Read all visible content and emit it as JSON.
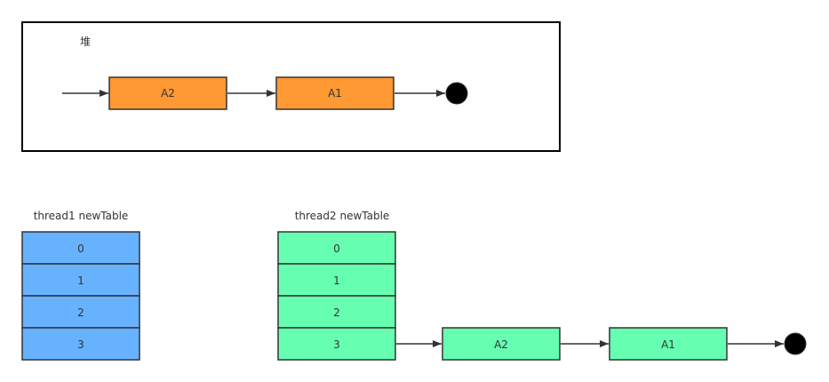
{
  "heap": {
    "label": "堆",
    "nodes": [
      "A2",
      "A1"
    ]
  },
  "thread1": {
    "title": "thread1 newTable",
    "cells": [
      "0",
      "1",
      "2",
      "3"
    ]
  },
  "thread2": {
    "title": "thread2 newTable",
    "cells": [
      "0",
      "1",
      "2",
      "3"
    ],
    "chain": [
      "A2",
      "A1"
    ]
  },
  "colors": {
    "orange": "#ff9933",
    "blue": "#66b2ff",
    "green": "#66ffb2",
    "stroke": "#333333",
    "terminal": "#000000"
  }
}
